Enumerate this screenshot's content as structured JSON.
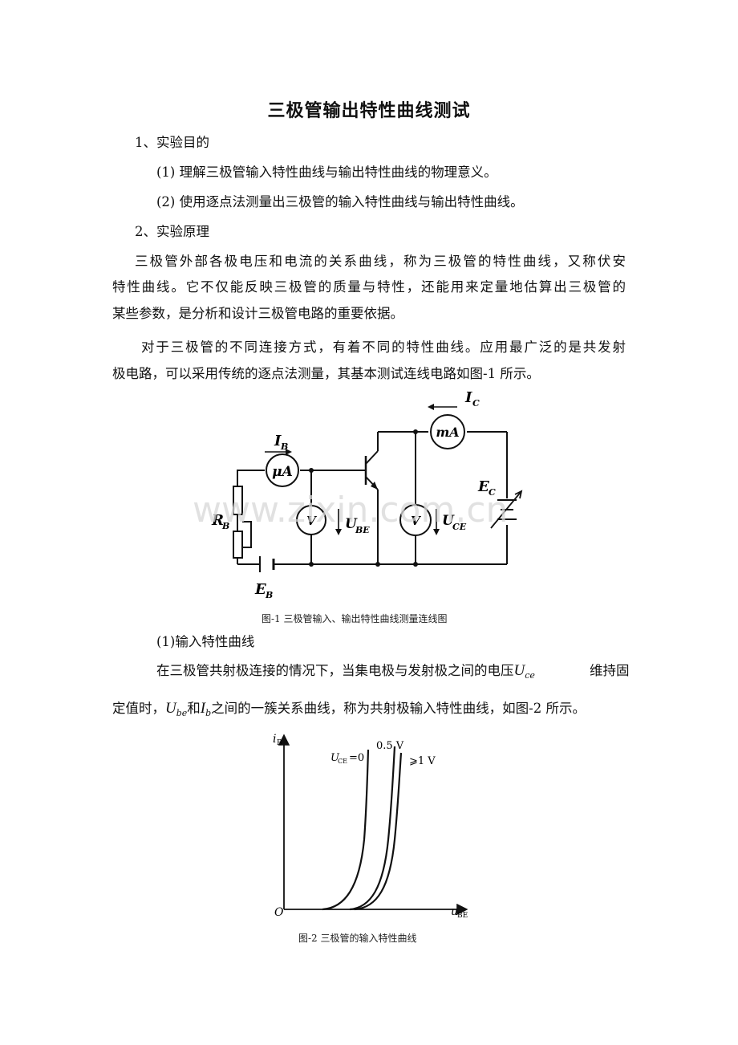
{
  "title": "三极管输出特性曲线测试",
  "section1": {
    "heading": "1、实验目的",
    "items": [
      "(1) 理解三极管输入特性曲线与输出特性曲线的物理意义。",
      "(2) 使用逐点法测量出三极管的输入特性曲线与输出特性曲线。"
    ]
  },
  "section2": {
    "heading": "2、实验原理",
    "para1": [
      "三极管外部各极电压和电流的关系曲线，称为三极管的特性曲线，又称伏安",
      "特性曲线。它不仅能反映三极管的质量与特性，还能用来定量地估算出三极管的",
      "某些参数，是分析和设计三极管电路的重要依据。"
    ],
    "para2": [
      "对于三极管的不同连接方式，有着不同的特性曲线。应用最广泛的是共发射",
      "极电路，可以采用传统的逐点法测量，其基本测试连线电路如图-1 所示。"
    ]
  },
  "figure1": {
    "caption": "图-1  三极管输入、输出特性曲线测量连线图",
    "labels": {
      "ib": "I",
      "ib_sub": "B",
      "ic": "I",
      "ic_sub": "C",
      "microammeter": "μA",
      "milliammeter": "mA",
      "voltmeter": "V",
      "rb": "R",
      "rb_sub": "B",
      "eb": "E",
      "eb_sub": "B",
      "ec": "E",
      "ec_sub": "C",
      "ube": "U",
      "ube_sub": "BE",
      "uce": "U",
      "uce_sub": "CE"
    },
    "watermark": "www.zixin.com.cn"
  },
  "subsection": {
    "heading": "(1)输入特性曲线",
    "line1": "在三极管共射极连接的情况下，当集电极与发射极之间的电压",
    "line1_sym": "U",
    "line1_sym_sub": "ce",
    "line1_end": "维持固",
    "line2_a": "定值时，",
    "line2_sym1": "U",
    "line2_sym1_sub": "be",
    "line2_b": "和",
    "line2_sym2": "I",
    "line2_sym2_sub": "b",
    "line2_c": "之间的一簇关系曲线，称为共射极输入特性曲线，如图-2 所示。"
  },
  "chart_data": {
    "type": "line",
    "title": "",
    "caption": "图-2  三极管的输入特性曲线",
    "xlabel": "u",
    "xlabel_sub": "BE",
    "ylabel": "i",
    "ylabel_sub": "B",
    "origin_label": "O",
    "grid": false,
    "legend": "curve labels near top of curves",
    "series": [
      {
        "name": "U_CE=0",
        "label_main": "U",
        "label_sub": "CE",
        "label_tail": "=0"
      },
      {
        "name": "0.5 V",
        "label_main": "0.5 V"
      },
      {
        "name": "≥1 V",
        "label_main": "⩾1 V"
      }
    ]
  }
}
